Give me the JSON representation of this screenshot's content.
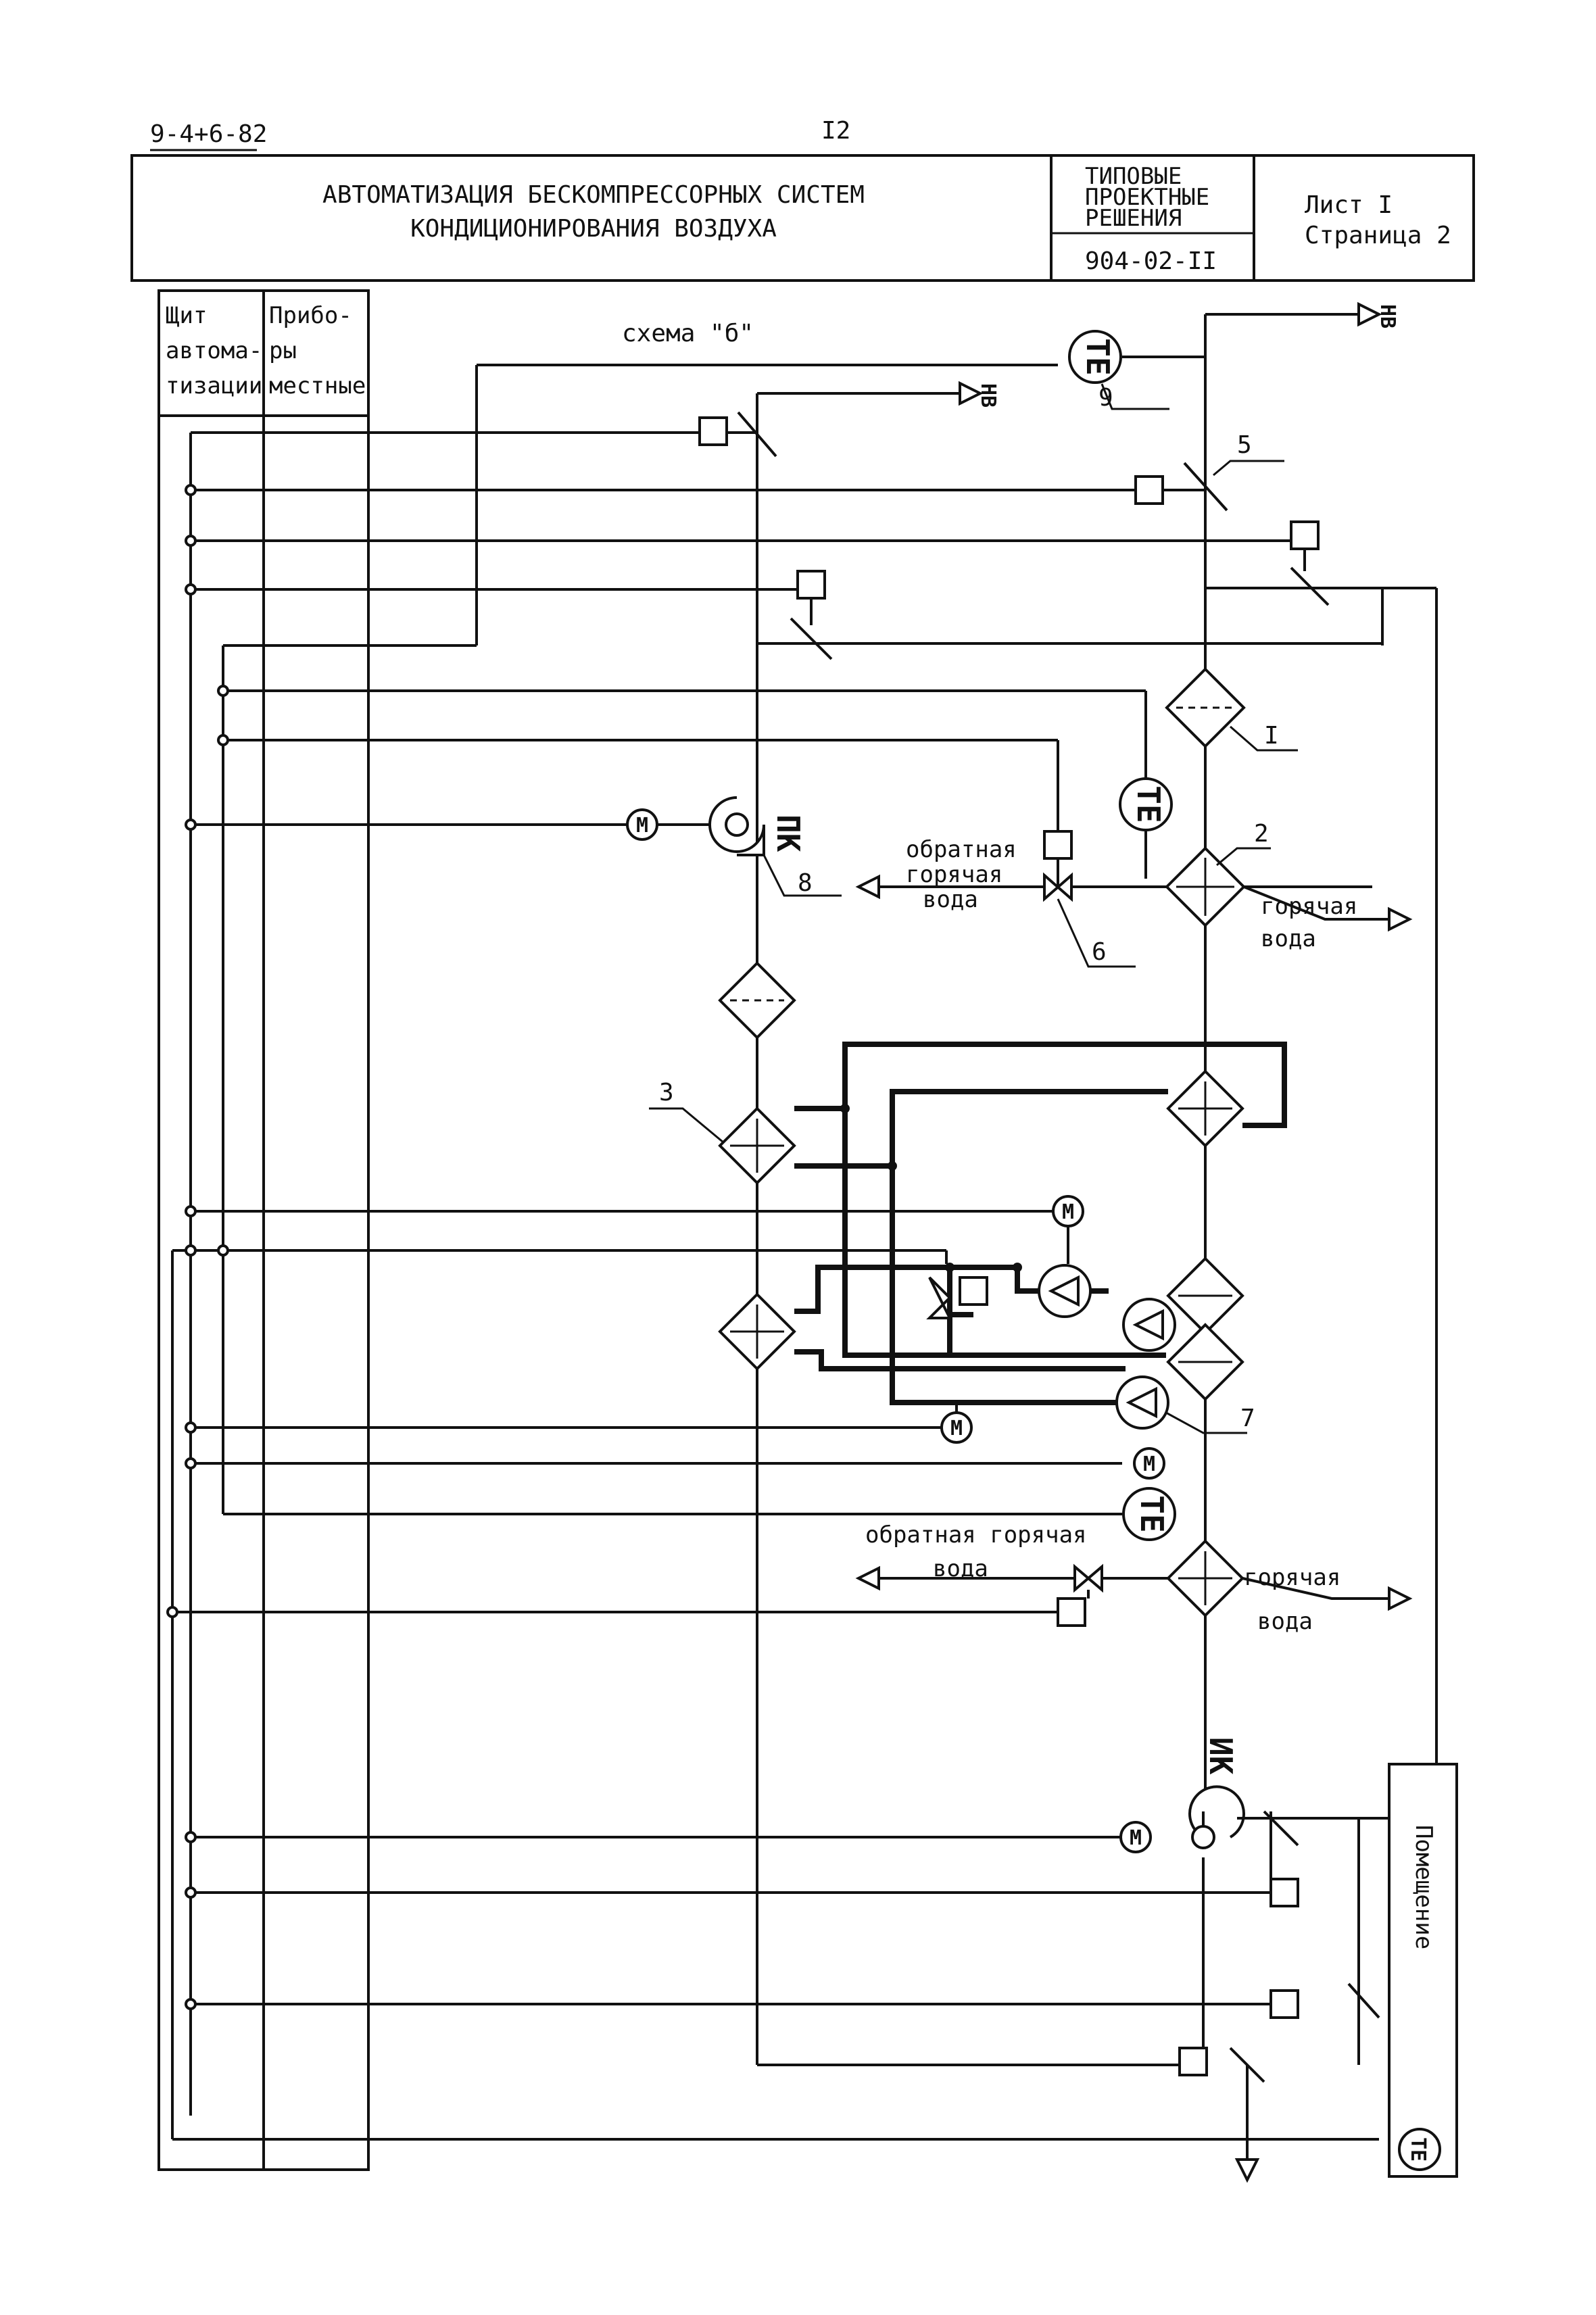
{
  "header": {
    "doc_code": "9-4+6-82",
    "page_number": "I2",
    "title_line1": "АВТОМАТИЗАЦИЯ БЕСКОМПРЕССОРНЫХ СИСТЕМ",
    "title_line2": "КОНДИЦИОНИРОВАНИЯ ВОЗДУХА",
    "typical_line1": "ТИПОВЫЕ",
    "typical_line2": "ПРОЕКТНЫЕ",
    "typical_line3": "РЕШЕНИЯ",
    "project_code": "904-02-II",
    "sheet_label": "Лист I",
    "page_label": "Страница 2"
  },
  "columns": {
    "panel_line1": "Щит",
    "panel_line2": "автома-",
    "panel_line3": "тизации",
    "local_line1": "Прибо-",
    "local_line2": "ры",
    "local_line3": "местные"
  },
  "diagram": {
    "scheme_label": "схема \"б\"",
    "outdoor_air": "НВ",
    "temp_sensor": "ТЕ",
    "motor": "М",
    "supply_fan": "ПК",
    "exhaust_fan": "ИК",
    "room": "Помещение",
    "return_hot_water_1": "обратная",
    "return_hot_water_2": "горячая",
    "return_hot_water_3": "вода",
    "return_hot_water_b1": "обратная горячая",
    "return_hot_water_b2": "вода",
    "hot_water_1": "горячая",
    "hot_water_2": "вода",
    "positions": [
      "I",
      "2",
      "3",
      "5",
      "6",
      "7",
      "8",
      "9"
    ]
  },
  "colors": {
    "ink": "#111111",
    "paper": "#ffffff"
  }
}
